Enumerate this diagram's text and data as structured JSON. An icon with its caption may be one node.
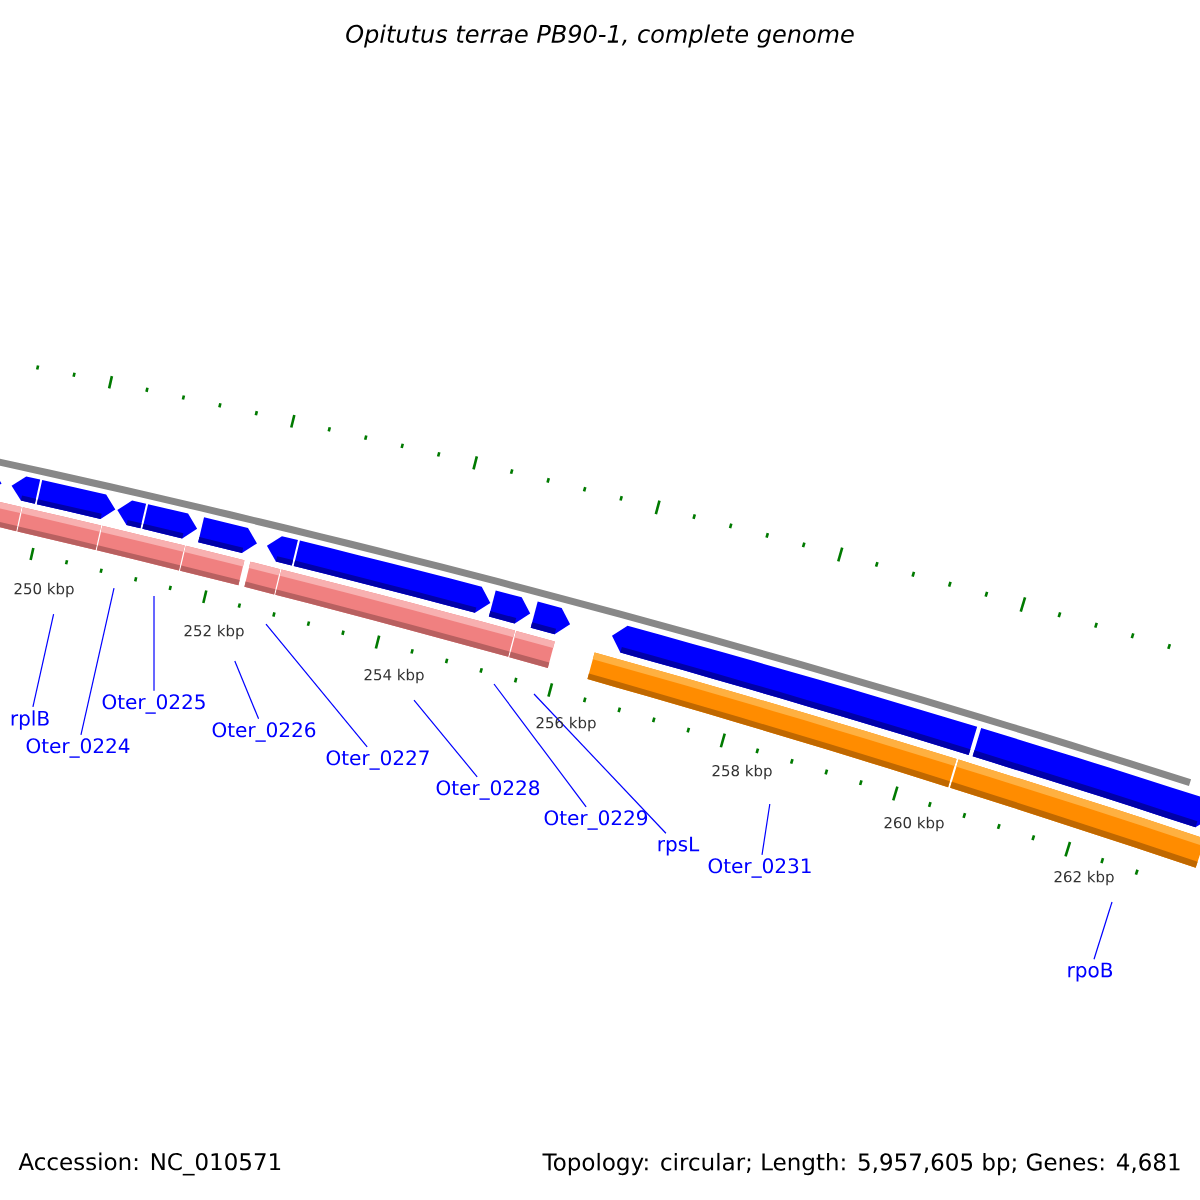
{
  "diagram": {
    "title": "Opitutus terrae PB90-1, complete genome",
    "nodes": [
      {
        "text": [
          "rplB"
        ]
      },
      {
        "text": [
          "Oter_0224"
        ]
      },
      {
        "text": [
          "Oter_0225"
        ]
      },
      {
        "text": [
          "Oter_0226"
        ]
      },
      {
        "text": [
          "Oter_0227"
        ]
      },
      {
        "text": [
          "Oter_0228"
        ]
      },
      {
        "text": [
          "Oter_0229"
        ]
      },
      {
        "text": [
          "rpsL"
        ]
      },
      {
        "text": [
          "Oter_0231"
        ]
      },
      {
        "text": [
          "rpoB"
        ]
      }
    ],
    "edges": [
      {
        "from": 0,
        "to": null,
        "arrow": "none"
      },
      {
        "from": 1,
        "to": null,
        "arrow": "none"
      },
      {
        "from": 2,
        "to": null,
        "arrow": "none"
      },
      {
        "from": 3,
        "to": null,
        "arrow": "none"
      },
      {
        "from": 4,
        "to": null,
        "arrow": "none"
      },
      {
        "from": 5,
        "to": null,
        "arrow": "none"
      },
      {
        "from": 6,
        "to": null,
        "arrow": "none"
      },
      {
        "from": 7,
        "to": null,
        "arrow": "none"
      },
      {
        "from": 8,
        "to": null,
        "arrow": "none"
      },
      {
        "from": 9,
        "to": null,
        "arrow": "none"
      }
    ],
    "labels": [
      "250 kbp",
      "252 kbp",
      "254 kbp",
      "256 kbp",
      "258 kbp",
      "260 kbp",
      "262 kbp",
      "Accession: NC_010571",
      "Topology: circular; Length: 5,957,605 bp; Genes: 4,681"
    ]
  }
}
